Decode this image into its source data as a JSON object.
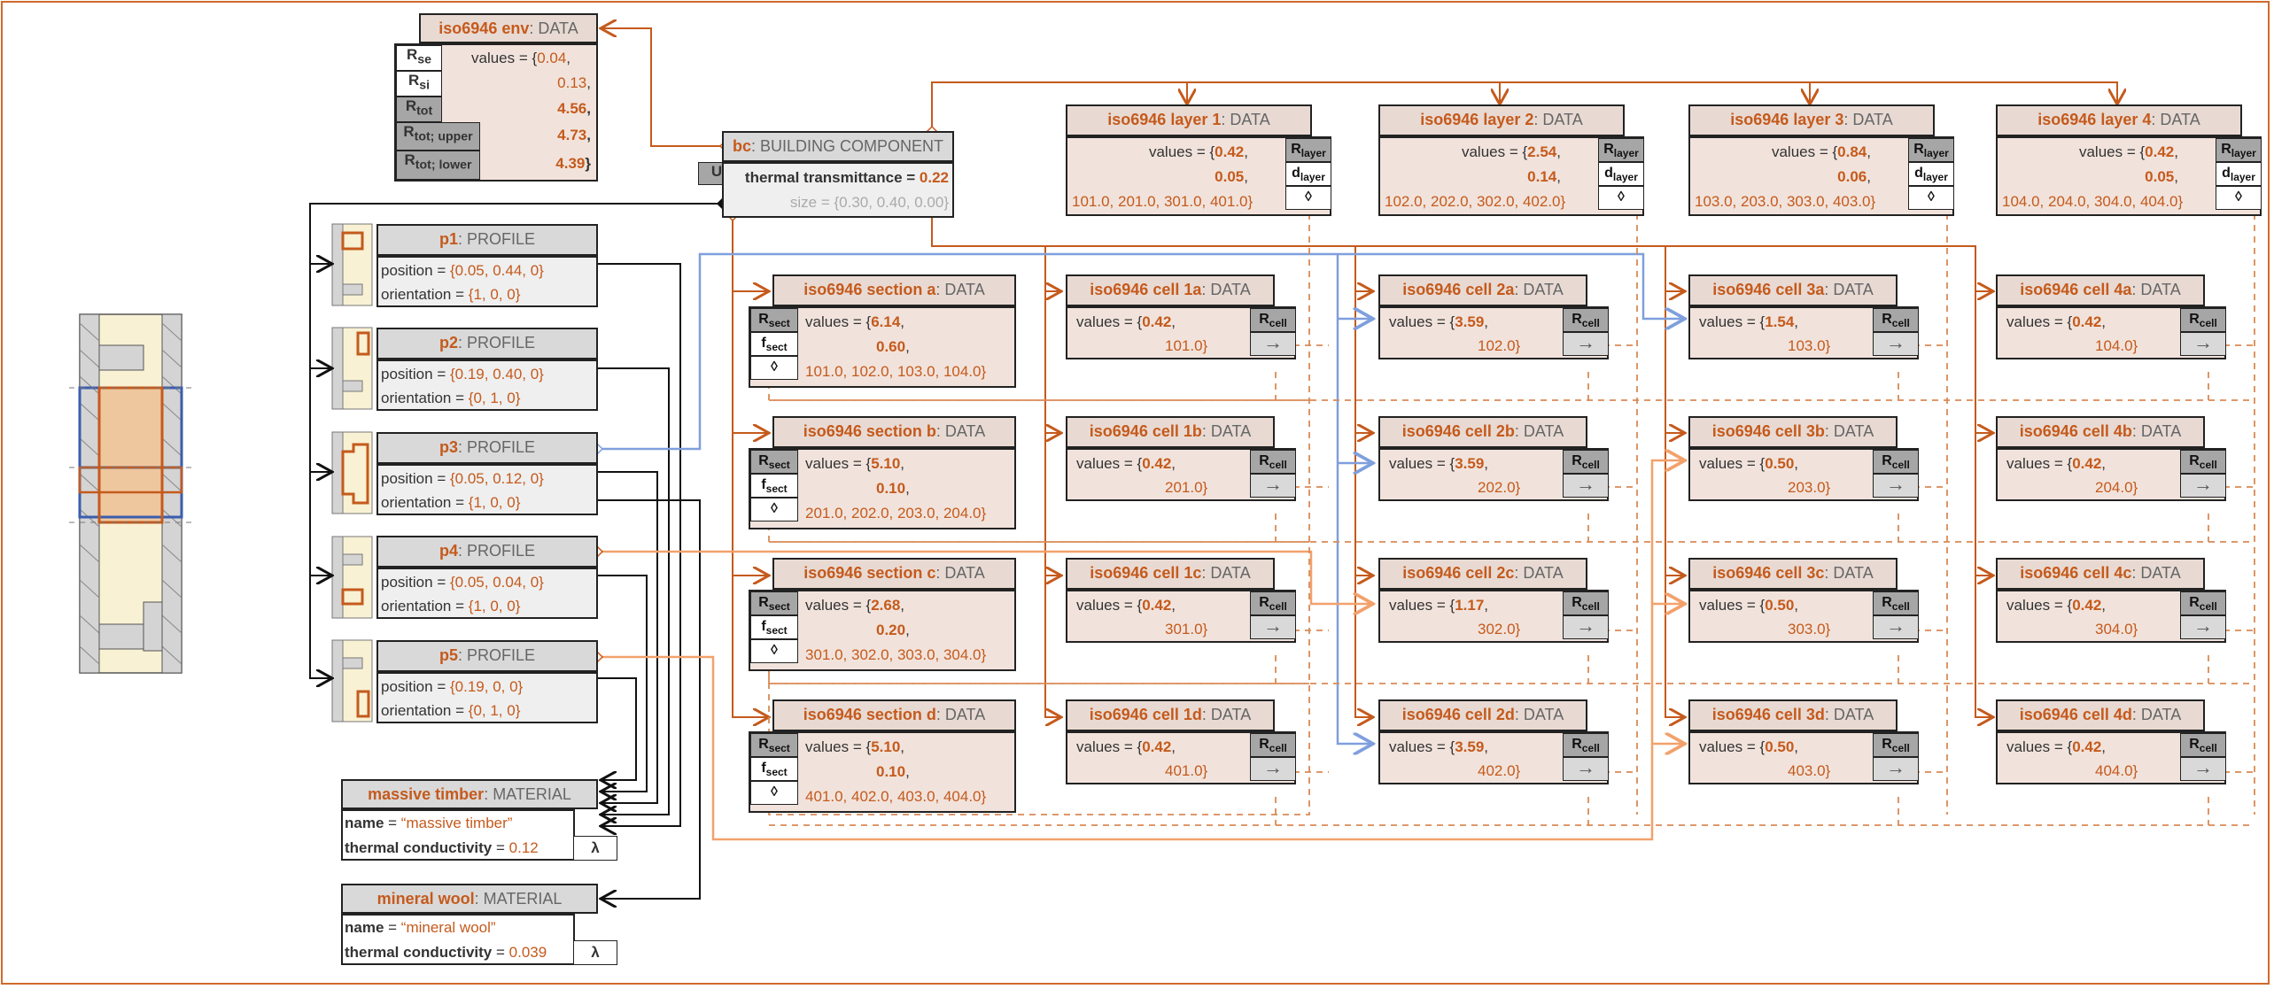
{
  "colors": {
    "accent": "#c55a1c",
    "header_fill": "#e8dad3",
    "body_fill": "#f1e3dc",
    "grey": "#d9d9d9",
    "blue_link": "#7f9fdd",
    "light_orange_link": "#f2a16c",
    "dark_tag": "#a6a6a6"
  },
  "env": {
    "name": "iso6946 env",
    "cls": ": DATA",
    "values_label": "values = {",
    "items": [
      {
        "sym": "R",
        "sub": "se",
        "value": "0.04",
        "end": ","
      },
      {
        "sym": "R",
        "sub": "si",
        "value": "0.13",
        "end": ","
      },
      {
        "sym": "R",
        "sub": "tot",
        "value": "4.56",
        "end": ","
      },
      {
        "sym": "R",
        "sub": "tot; upper",
        "value": "4.73",
        "end": ","
      },
      {
        "sym": "R",
        "sub": "tot; lower",
        "value": "4.39",
        "end": "}"
      }
    ]
  },
  "bc": {
    "name": "bc",
    "cls": ": BUILDING COMPONENT",
    "u_tab": "U",
    "lines": [
      {
        "label": "thermal transmittance",
        "eq": " = ",
        "value": "0.22"
      },
      {
        "label": "size",
        "eq": " = ",
        "value": "{0.30, 0.40, 0.00}"
      }
    ]
  },
  "layers": [
    {
      "name": "iso6946 layer 1",
      "cls": ": DATA",
      "v1": "0.42",
      "v2": "0.05",
      "v3": "101.0, 201.0, 301.0, 401.0}"
    },
    {
      "name": "iso6946 layer 2",
      "cls": ": DATA",
      "v1": "2.54",
      "v2": "0.14",
      "v3": "102.0, 202.0, 302.0, 402.0}"
    },
    {
      "name": "iso6946 layer 3",
      "cls": ": DATA",
      "v1": "0.84",
      "v2": "0.06",
      "v3": "103.0, 203.0, 303.0, 403.0}"
    },
    {
      "name": "iso6946 layer 4",
      "cls": ": DATA",
      "v1": "0.42",
      "v2": "0.05",
      "v3": "104.0, 204.0, 304.0, 404.0}"
    }
  ],
  "layer_tags": {
    "r": "R",
    "r_sub": "layer",
    "d": "d",
    "d_sub": "layer",
    "diamond": "◊"
  },
  "sections": [
    {
      "name": "iso6946 section a",
      "cls": ": DATA",
      "v1": "6.14",
      "v2": "0.60",
      "v3": "101.0, 102.0, 103.0, 104.0}"
    },
    {
      "name": "iso6946 section b",
      "cls": ": DATA",
      "v1": "5.10",
      "v2": "0.10",
      "v3": "201.0, 202.0, 203.0, 204.0}"
    },
    {
      "name": "iso6946 section c",
      "cls": ": DATA",
      "v1": "2.68",
      "v2": "0.20",
      "v3": "301.0, 302.0, 303.0, 304.0}"
    },
    {
      "name": "iso6946 section d",
      "cls": ": DATA",
      "v1": "5.10",
      "v2": "0.10",
      "v3": "401.0, 402.0, 403.0, 404.0}"
    }
  ],
  "section_tags": {
    "r": "R",
    "r_sub": "sect",
    "f": "f",
    "f_sub": "sect",
    "diamond": "◊"
  },
  "cells": [
    {
      "name": "iso6946 cell 1a",
      "cls": ": DATA",
      "v1": "0.42",
      "v2": "101.0}"
    },
    {
      "name": "iso6946 cell 2a",
      "cls": ": DATA",
      "v1": "3.59",
      "v2": "102.0}"
    },
    {
      "name": "iso6946 cell 3a",
      "cls": ": DATA",
      "v1": "1.54",
      "v2": "103.0}"
    },
    {
      "name": "iso6946 cell 4a",
      "cls": ": DATA",
      "v1": "0.42",
      "v2": "104.0}"
    },
    {
      "name": "iso6946 cell 1b",
      "cls": ": DATA",
      "v1": "0.42",
      "v2": "201.0}"
    },
    {
      "name": "iso6946 cell 2b",
      "cls": ": DATA",
      "v1": "3.59",
      "v2": "202.0}"
    },
    {
      "name": "iso6946 cell 3b",
      "cls": ": DATA",
      "v1": "0.50",
      "v2": "203.0}"
    },
    {
      "name": "iso6946 cell 4b",
      "cls": ": DATA",
      "v1": "0.42",
      "v2": "204.0}"
    },
    {
      "name": "iso6946 cell 1c",
      "cls": ": DATA",
      "v1": "0.42",
      "v2": "301.0}"
    },
    {
      "name": "iso6946 cell 2c",
      "cls": ": DATA",
      "v1": "1.17",
      "v2": "302.0}"
    },
    {
      "name": "iso6946 cell 3c",
      "cls": ": DATA",
      "v1": "0.50",
      "v2": "303.0}"
    },
    {
      "name": "iso6946 cell 4c",
      "cls": ": DATA",
      "v1": "0.42",
      "v2": "304.0}"
    },
    {
      "name": "iso6946 cell 1d",
      "cls": ": DATA",
      "v1": "0.42",
      "v2": "401.0}"
    },
    {
      "name": "iso6946 cell 2d",
      "cls": ": DATA",
      "v1": "3.59",
      "v2": "402.0}"
    },
    {
      "name": "iso6946 cell 3d",
      "cls": ": DATA",
      "v1": "0.50",
      "v2": "403.0}"
    },
    {
      "name": "iso6946 cell 4d",
      "cls": ": DATA",
      "v1": "0.42",
      "v2": "404.0}"
    }
  ],
  "cell_tags": {
    "r": "R",
    "r_sub": "cell",
    "arrow": "→"
  },
  "values_label": "values = {",
  "profiles": [
    {
      "name": "p1",
      "cls": ": PROFILE",
      "position": "{0.05, 0.44, 0}",
      "orientation": "{1, 0, 0}"
    },
    {
      "name": "p2",
      "cls": ": PROFILE",
      "position": "{0.19, 0.40, 0}",
      "orientation": "{0, 1, 0}"
    },
    {
      "name": "p3",
      "cls": ": PROFILE",
      "position": "{0.05, 0.12, 0}",
      "orientation": "{1, 0, 0}"
    },
    {
      "name": "p4",
      "cls": ": PROFILE",
      "position": "{0.05, 0.04, 0}",
      "orientation": "{1, 0, 0}"
    },
    {
      "name": "p5",
      "cls": ": PROFILE",
      "position": "{0.19, 0, 0}",
      "orientation": "{0, 1, 0}"
    }
  ],
  "profile_labels": {
    "position": "position",
    "orientation": "orientation",
    "eq": " = "
  },
  "materials": [
    {
      "name": "massive timber",
      "cls": ": MATERIAL",
      "name_label": "name",
      "name_value": "“massive timber”",
      "tc_label": "thermal conductivity",
      "tc_value": "0.12",
      "tab": "λ"
    },
    {
      "name": "mineral wool",
      "cls": ": MATERIAL",
      "name_label": "name",
      "name_value": "“mineral wool”",
      "tc_label": "thermal conductivity",
      "tc_value": "0.039",
      "tab": "λ"
    }
  ]
}
